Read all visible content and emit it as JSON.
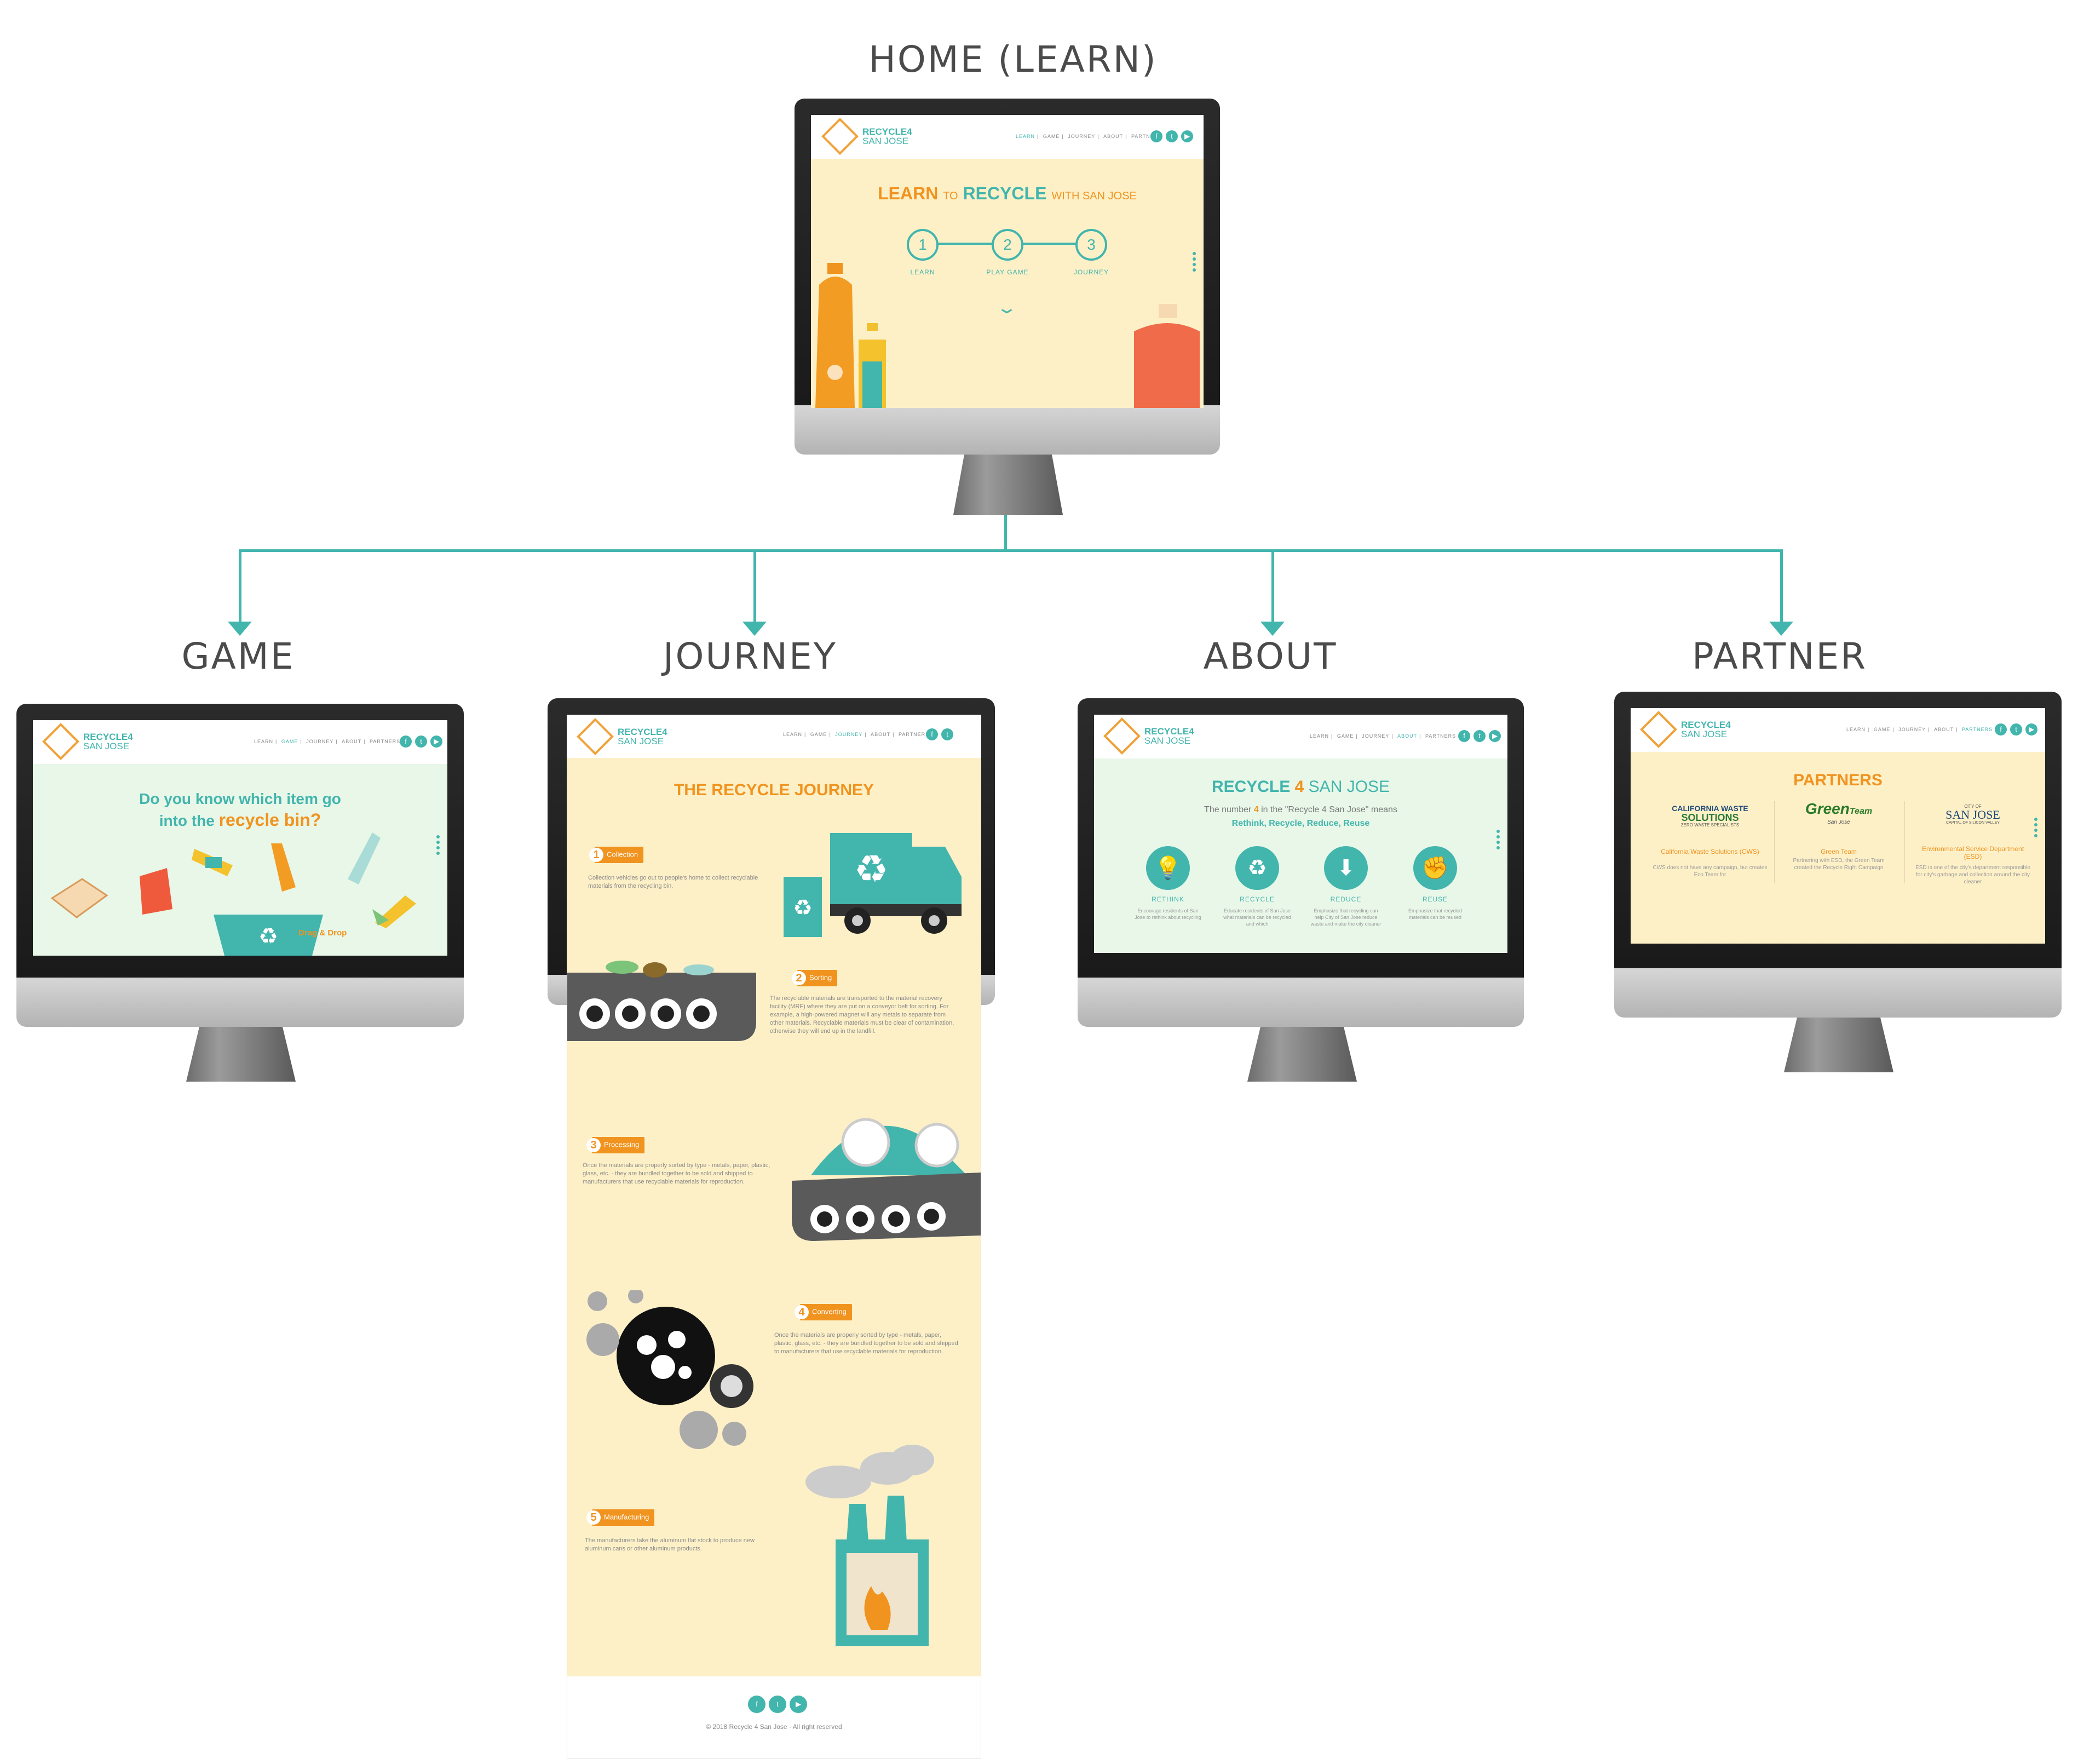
{
  "diagram": {
    "root": {
      "title": "HOME (LEARN)"
    },
    "children": [
      {
        "title": "GAME"
      },
      {
        "title": "JOURNEY"
      },
      {
        "title": "ABOUT"
      },
      {
        "title": "PARTNER"
      }
    ],
    "accent_color": "#42b5ad",
    "orange_color": "#f0931f",
    "cream_color": "#fdf0c7",
    "mint_color": "#e9f7ea"
  },
  "site": {
    "logo_line1": "RECYCLE4",
    "logo_line2": "SAN JOSE",
    "nav": [
      "LEARN",
      "GAME",
      "JOURNEY",
      "ABOUT",
      "PARTNERS"
    ],
    "social_icons": [
      "facebook-icon",
      "twitter-icon",
      "youtube-icon"
    ]
  },
  "home": {
    "headline_learn": "LEARN",
    "headline_to": "TO",
    "headline_recycle": "RECYCLE",
    "headline_with": "WITH SAN JOSE",
    "steps": [
      {
        "num": "1",
        "label": "LEARN"
      },
      {
        "num": "2",
        "label": "PLAY GAME"
      },
      {
        "num": "3",
        "label": "JOURNEY"
      }
    ]
  },
  "game": {
    "question_line1": "Do you know which item go",
    "question_line2_a": "into the",
    "question_line2_b": "recycle bin?",
    "drag_label": "Drag & Drop"
  },
  "journey": {
    "title": "THE RECYCLE JOURNEY",
    "steps": [
      {
        "num": "1",
        "label": "Collection",
        "text": "Collection vehicles go out to people's home to collect recyclable materials from the recycling bin."
      },
      {
        "num": "2",
        "label": "Sorting",
        "text": "The recyclable materials are transported to the material recovery facility (MRF) where they are put on a conveyor belt for sorting. For example, a high-powered magnet will any metals to separate from other materials. Recyclable materials must be clear of contamination, otherwise they will end up in the landfill."
      },
      {
        "num": "3",
        "label": "Processing",
        "text": "Once the materials are properly sorted by type - metals, paper, plastic, glass, etc. - they are bundled together to be sold and shipped to manufacturers that use recyclable materials for reproduction."
      },
      {
        "num": "4",
        "label": "Converting",
        "text": "Once the materials are properly sorted by type - metals, paper, plastic, glass, etc. - they are bundled together to be sold and shipped to manufacturers that use recyclable materials for reproduction."
      },
      {
        "num": "5",
        "label": "Manufacturing",
        "text": "The manufacturers take the aluminum flat stock to produce new aluminum cans or other aluminum products."
      }
    ],
    "footer": "© 2018 Recycle 4 San Jose · All right reserved"
  },
  "about": {
    "title_a": "RECYCLE",
    "title_b": "4",
    "title_c": "SAN JOSE",
    "sub_a": "The number",
    "sub_b": "4",
    "sub_c": "in the \"Recycle 4 San Jose\" means",
    "sub_line2": "Rethink, Recycle, Reduce, Reuse",
    "items": [
      {
        "label": "RETHINK",
        "icon": "lightbulb-icon",
        "desc": "Encourage residents of San Jose to rethink about recycling"
      },
      {
        "label": "RECYCLE",
        "icon": "recycle-icon",
        "desc": "Educate residents of San Jose what materials can be recycled and which"
      },
      {
        "label": "REDUCE",
        "icon": "down-arrow-icon",
        "desc": "Emphasize that recycling can help City of San Jose reduce waste and make the city cleaner"
      },
      {
        "label": "REUSE",
        "icon": "fist-icon",
        "desc": "Emphasize that recycled materials can be reused"
      }
    ]
  },
  "partner": {
    "title": "PARTNERS",
    "partners": [
      {
        "logo_a": "CALIFORNIA WASTE",
        "logo_b": "SOLUTIONS",
        "logo_c": "ZERO WASTE SPECIALISTS",
        "name": "California Waste Solutions (CWS)",
        "desc": "CWS does not have any campaign, but creates Eco Team for"
      },
      {
        "logo_a": "Green",
        "logo_b": "Team",
        "logo_c": "San Jose",
        "name": "Green Team",
        "desc": "Partnering with ESD, the Green Team created the Recycle Right Campaign"
      },
      {
        "logo_a": "CITY OF",
        "logo_b": "SAN JOSE",
        "logo_c": "CAPITAL OF SILICON VALLEY",
        "name": "Environmental Service Department (ESD)",
        "desc": "ESD is one of the city's department responsible for city's garbage and collection around the city cleaner"
      }
    ]
  }
}
